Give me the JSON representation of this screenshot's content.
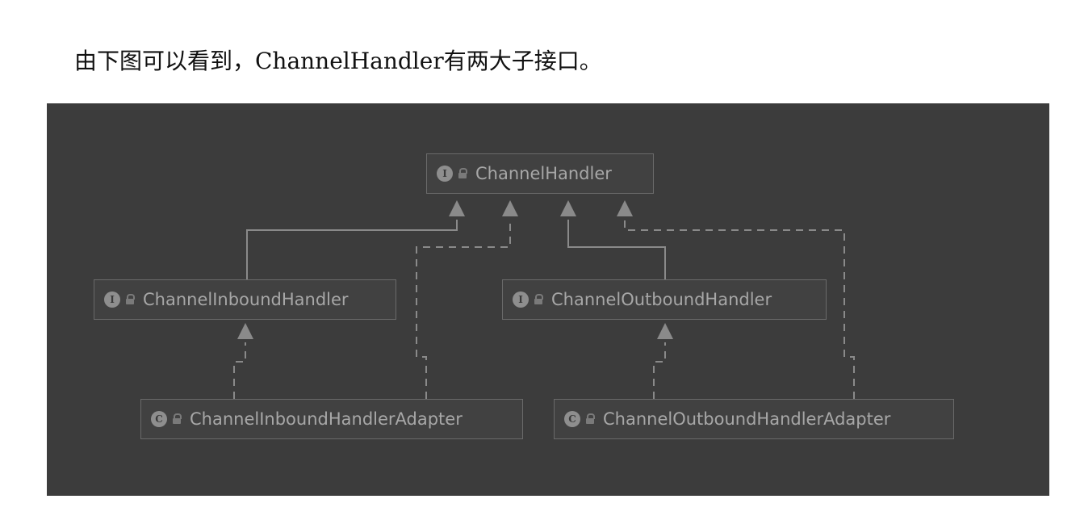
{
  "caption": "由下图可以看到，ChannelHandler有两大子接口。",
  "nodes": {
    "channel_handler": {
      "kind": "I",
      "name": "ChannelHandler"
    },
    "inbound_handler": {
      "kind": "I",
      "name": "ChannelInboundHandler"
    },
    "outbound_handler": {
      "kind": "I",
      "name": "ChannelOutboundHandler"
    },
    "inbound_adapter": {
      "kind": "C",
      "name": "ChannelInboundHandlerAdapter"
    },
    "outbound_adapter": {
      "kind": "C",
      "name": "ChannelOutboundHandlerAdapter"
    }
  },
  "relations": [
    {
      "from": "ChannelInboundHandler",
      "to": "ChannelHandler",
      "type": "extends"
    },
    {
      "from": "ChannelInboundHandlerAdapter",
      "to": "ChannelHandler",
      "type": "implements"
    },
    {
      "from": "ChannelOutboundHandler",
      "to": "ChannelHandler",
      "type": "extends"
    },
    {
      "from": "ChannelOutboundHandlerAdapter",
      "to": "ChannelHandler",
      "type": "implements"
    },
    {
      "from": "ChannelInboundHandlerAdapter",
      "to": "ChannelInboundHandler",
      "type": "implements"
    },
    {
      "from": "ChannelOutboundHandlerAdapter",
      "to": "ChannelOutboundHandler",
      "type": "implements"
    }
  ],
  "colors": {
    "background": "#3c3c3c",
    "node_fill": "#414141",
    "node_border": "#6a6a6a",
    "text": "#a7a7a7",
    "edge": "#8a8a8a"
  },
  "icons": {
    "interface": "interface-icon",
    "class": "class-icon",
    "visibility": "unlock-icon"
  }
}
